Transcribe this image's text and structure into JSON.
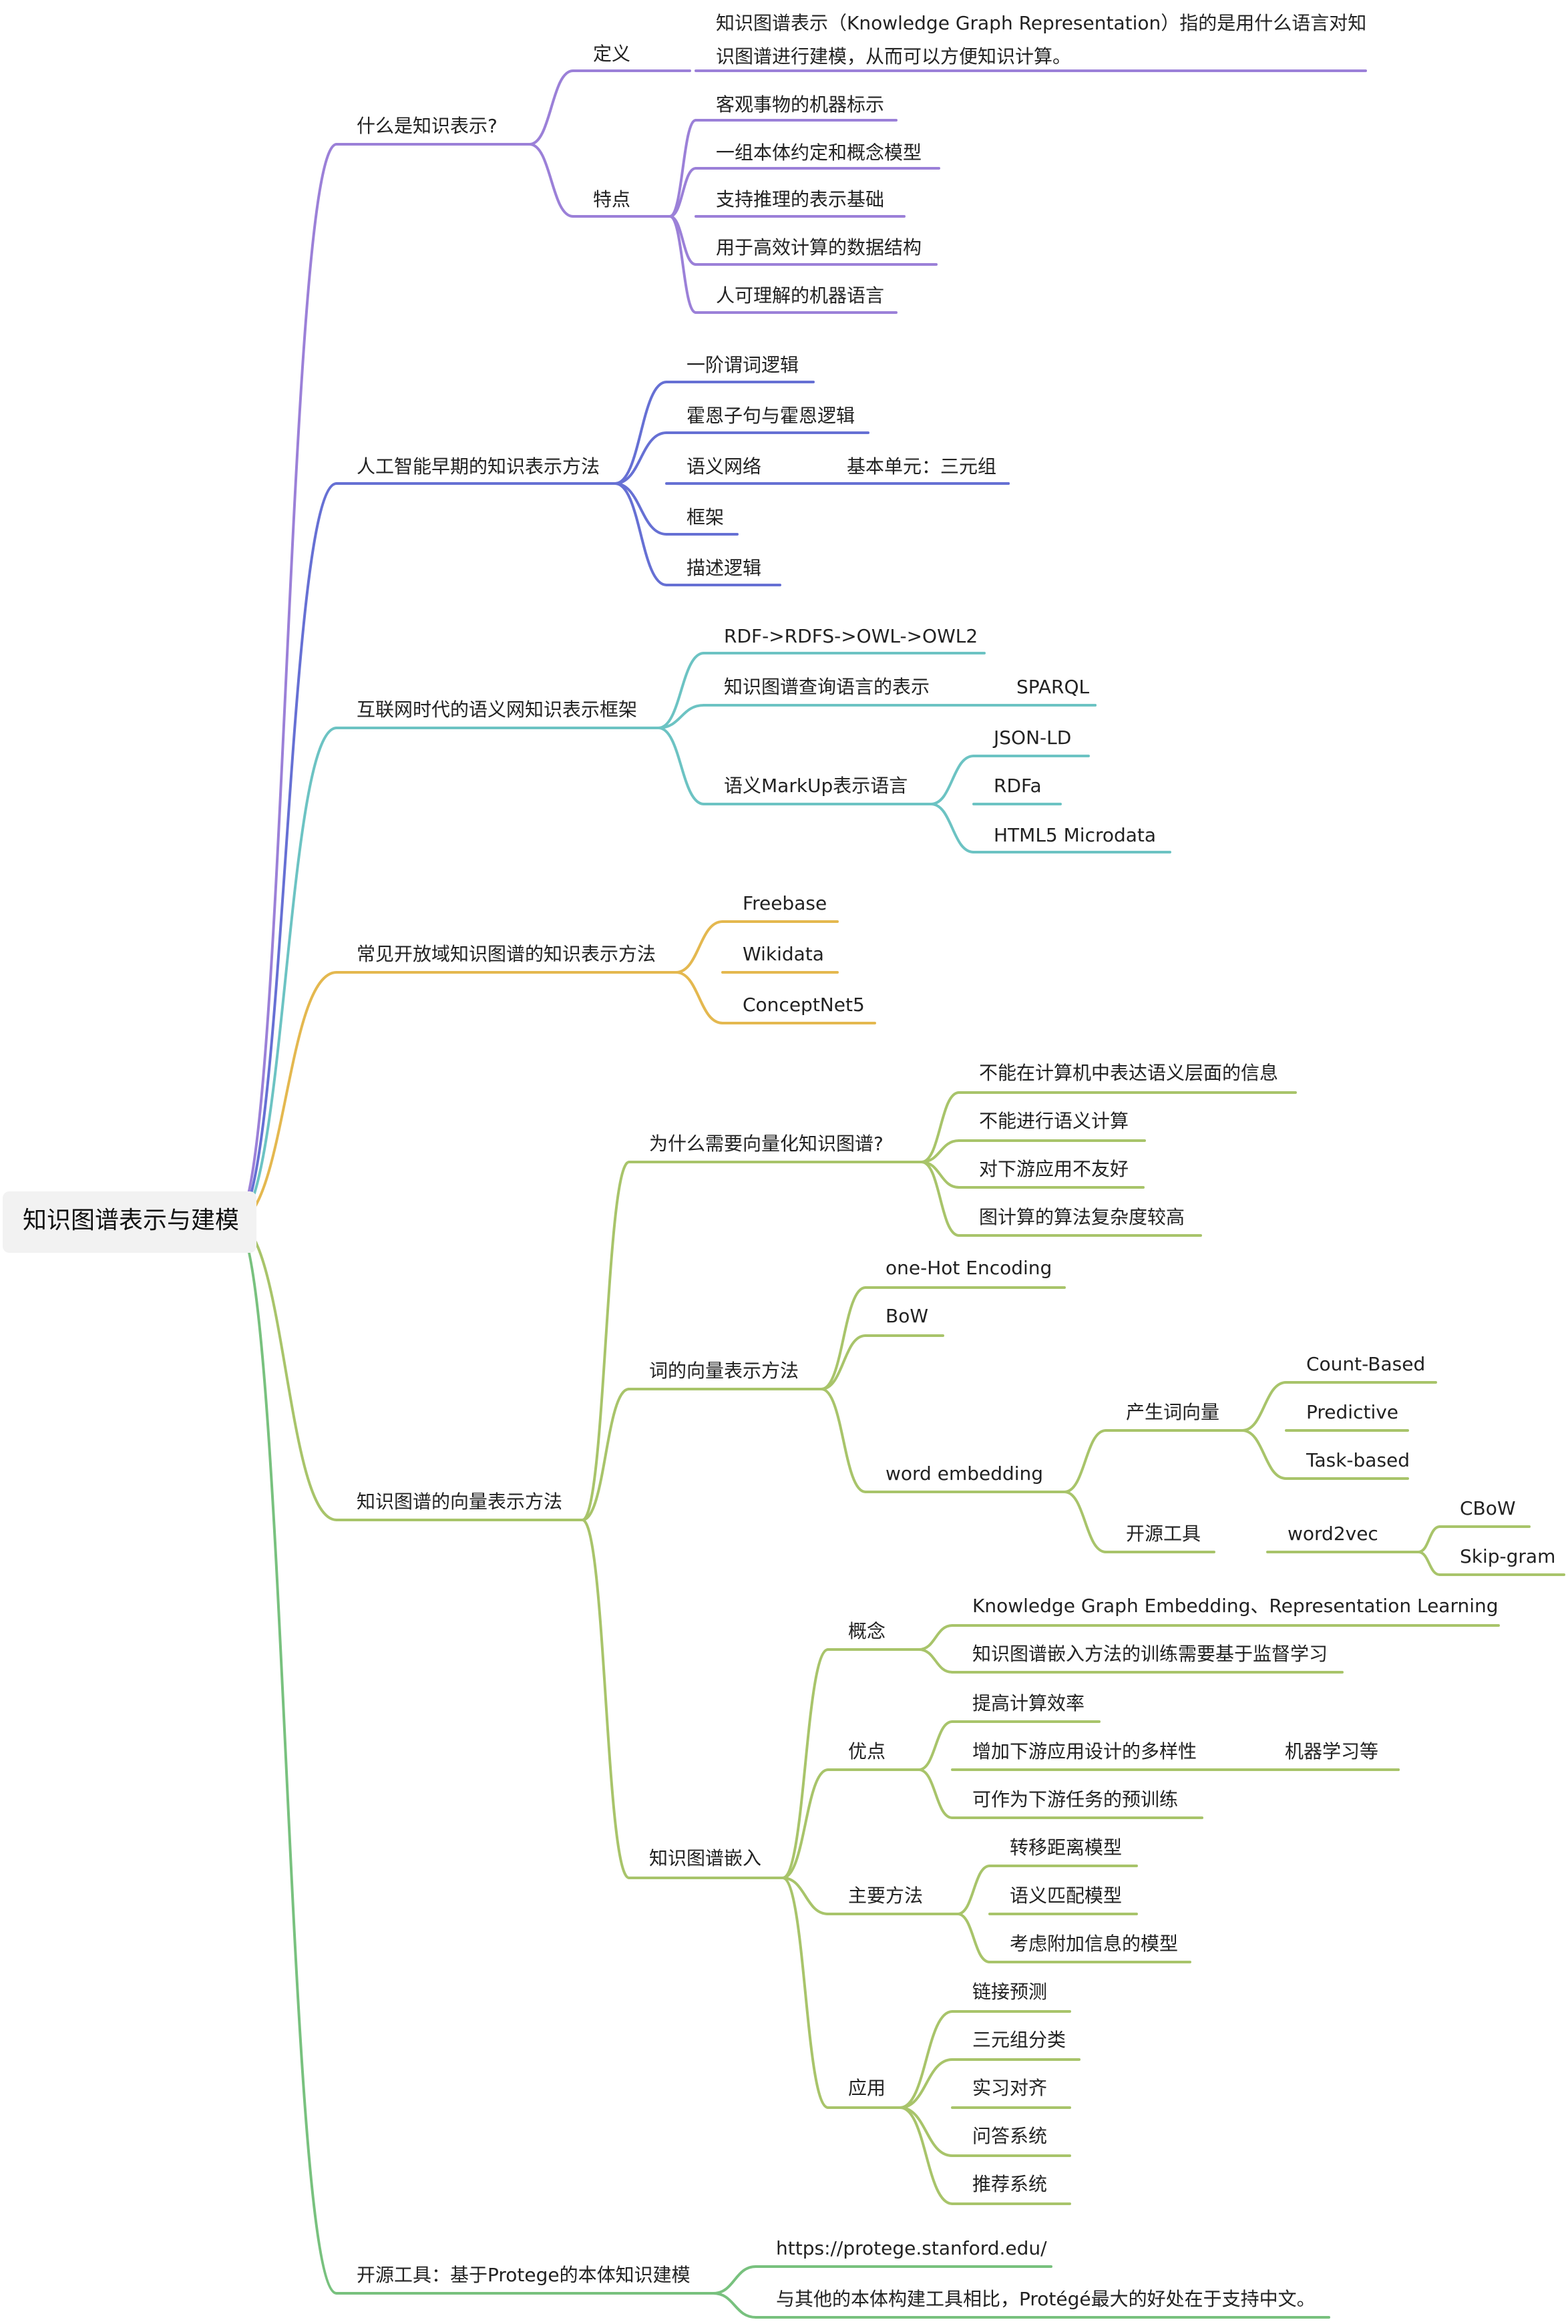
{
  "colors": {
    "purple": "#9b80d8",
    "blue": "#6670d4",
    "teal": "#6cc3c3",
    "orange": "#e4b84f",
    "green_light": "#a8c46a",
    "green": "#78c17e"
  },
  "root": {
    "label": "知识图谱表示与建模"
  },
  "nodes": {
    "b1": "什么是知识表示?",
    "b1_def": "定义",
    "b1_def_text": "知识图谱表示（Knowledge Graph Representation）指的是用什么语言对知识图谱进行建模，从而可以方便知识计算。",
    "b1_feat": "特点",
    "b1_f1": "客观事物的机器标示",
    "b1_f2": "一组本体约定和概念模型",
    "b1_f3": "支持推理的表示基础",
    "b1_f4": "用于高效计算的数据结构",
    "b1_f5": "人可理解的机器语言",
    "b2": "人工智能早期的知识表示方法",
    "b2_1": "一阶谓词逻辑",
    "b2_2": "霍恩子句与霍恩逻辑",
    "b2_3": "语义网络",
    "b2_3_1": "基本单元：三元组",
    "b2_4": "框架",
    "b2_5": "描述逻辑",
    "b3": "互联网时代的语义网知识表示框架",
    "b3_1": "RDF->RDFS->OWL->OWL2",
    "b3_2": "知识图谱查询语言的表示",
    "b3_2_1": "SPARQL",
    "b3_3": "语义MarkUp表示语言",
    "b3_3_1": "JSON-LD",
    "b3_3_2": "RDFa",
    "b3_3_3": "HTML5 Microdata",
    "b4": "常见开放域知识图谱的知识表示方法",
    "b4_1": "Freebase",
    "b4_2": "Wikidata",
    "b4_3": "ConceptNet5",
    "b5": "知识图谱的向量表示方法",
    "b5_1": "为什么需要向量化知识图谱?",
    "b5_1_1": "不能在计算机中表达语义层面的信息",
    "b5_1_2": "不能进行语义计算",
    "b5_1_3": "对下游应用不友好",
    "b5_1_4": "图计算的算法复杂度较高",
    "b5_2": "词的向量表示方法",
    "b5_2_1": "one-Hot Encoding",
    "b5_2_2": "BoW",
    "b5_2_3": "word embedding",
    "b5_2_3_1": "产生词向量",
    "b5_2_3_1_1": "Count-Based",
    "b5_2_3_1_2": "Predictive",
    "b5_2_3_1_3": "Task-based",
    "b5_2_3_2": "开源工具",
    "b5_2_3_2_1": "word2vec",
    "b5_2_3_2_1_1": "CBoW",
    "b5_2_3_2_1_2": "Skip-gram",
    "b5_3": "知识图谱嵌入",
    "b5_3_1": "概念",
    "b5_3_1_1": "Knowledge Graph Embedding、Representation Learning",
    "b5_3_1_2": "知识图谱嵌入方法的训练需要基于监督学习",
    "b5_3_2": "优点",
    "b5_3_2_1": "提高计算效率",
    "b5_3_2_2": "增加下游应用设计的多样性",
    "b5_3_2_2_1": "机器学习等",
    "b5_3_2_3": "可作为下游任务的预训练",
    "b5_3_3": "主要方法",
    "b5_3_3_1": "转移距离模型",
    "b5_3_3_2": "语义匹配模型",
    "b5_3_3_3": "考虑附加信息的模型",
    "b5_3_4": "应用",
    "b5_3_4_1": "链接预测",
    "b5_3_4_2": "三元组分类",
    "b5_3_4_3": "实习对齐",
    "b5_3_4_4": "问答系统",
    "b5_3_4_5": "推荐系统",
    "b6": "开源工具：基于Protege的本体知识建模",
    "b6_1": "https://protege.stanford.edu/",
    "b6_2": "与其他的本体构建工具相比，Protégé最大的好处在于支持中文。"
  }
}
